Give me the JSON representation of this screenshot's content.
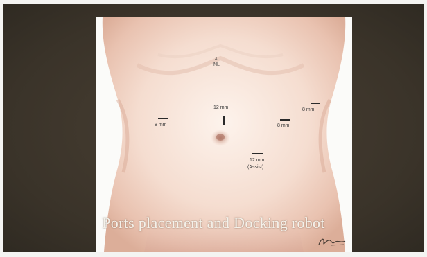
{
  "slide": {
    "caption": "Ports placement and Docking robot",
    "ports": {
      "xiphoid_mark": "x",
      "xiphoid_label": "NL",
      "camera": "12 mm",
      "left_arm": "8 mm",
      "right_arm": "8 mm",
      "far_right_arm": "8 mm",
      "assist_size": "12 mm",
      "assist_label": "(Assist)"
    }
  }
}
